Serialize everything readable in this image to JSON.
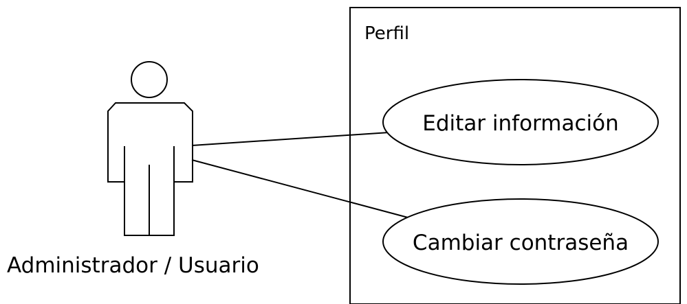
{
  "system": {
    "name": "Perfil"
  },
  "actor": {
    "label": "Administrador / Usuario"
  },
  "use_cases": [
    {
      "label": "Editar información"
    },
    {
      "label": "Cambiar contraseña"
    }
  ],
  "colors": {
    "stroke": "#000000",
    "background": "#ffffff"
  }
}
